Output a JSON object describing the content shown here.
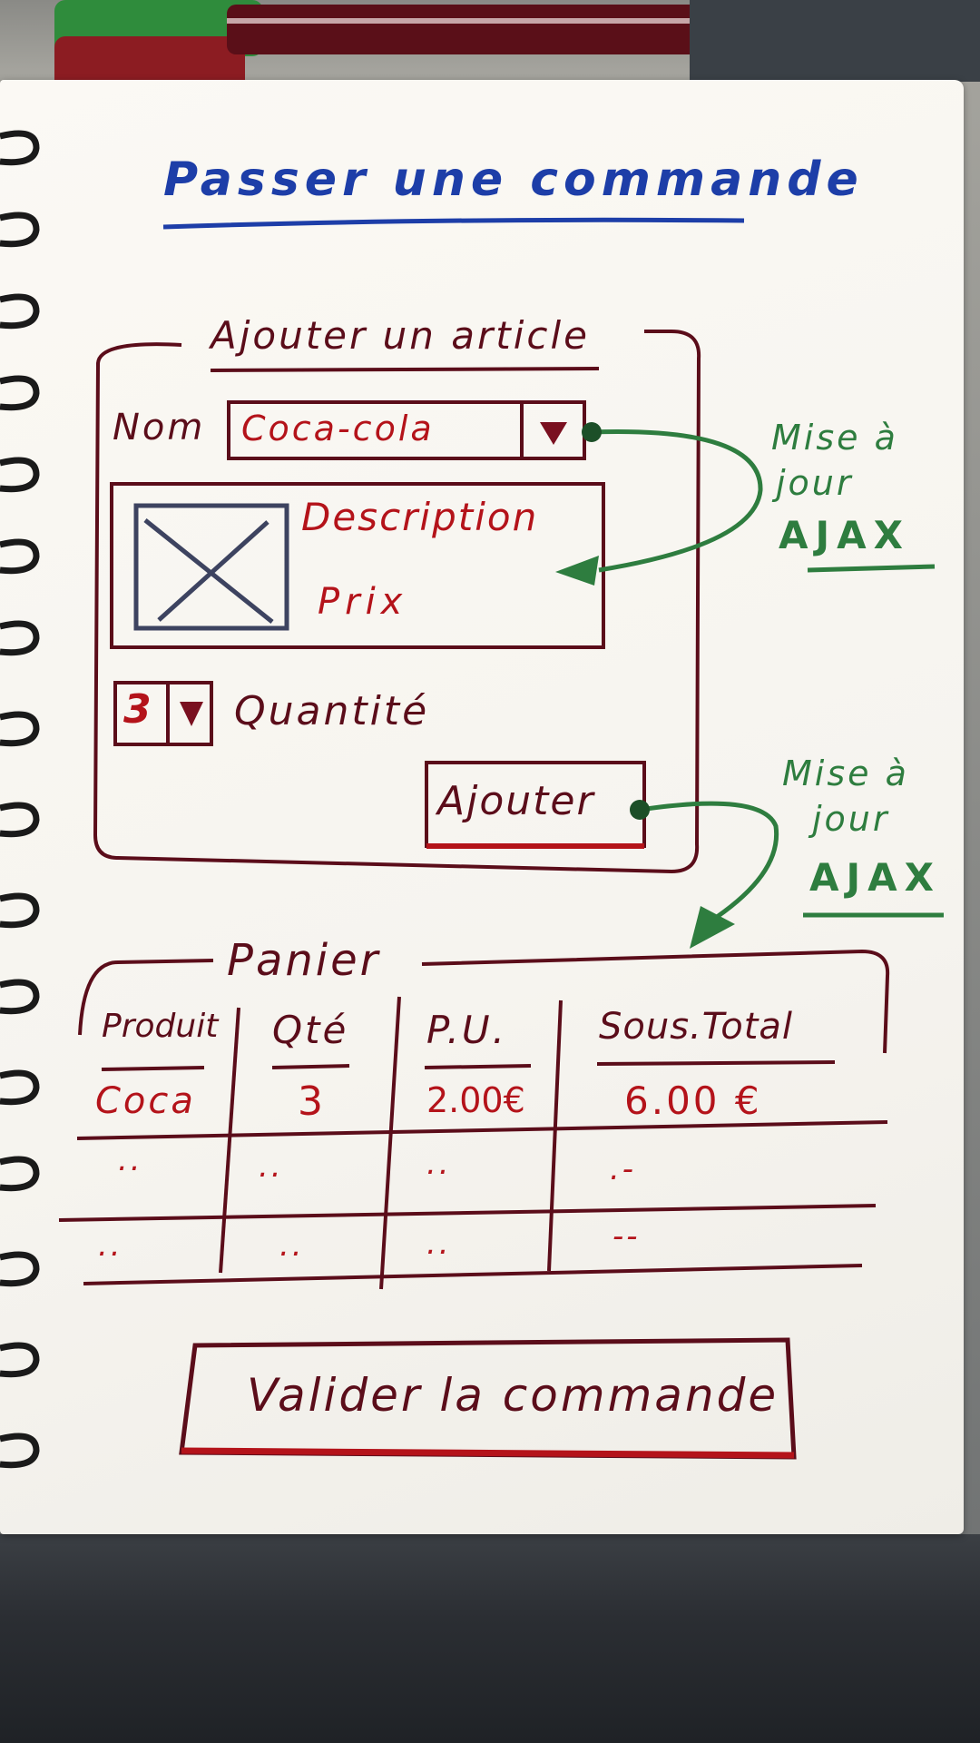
{
  "page_title": "Passer une commande",
  "add_article": {
    "legend": "Ajouter un article",
    "name_label": "Nom",
    "name_value": "Coca-cola",
    "description_label": "Description",
    "price_label": "Prix",
    "quantity_value": "3",
    "quantity_label": "Quantité",
    "add_button": "Ajouter"
  },
  "annotations": {
    "note1_line1": "Mise à",
    "note1_line2": "jour",
    "note1_line3": "AJAX",
    "note2_line1": "Mise à",
    "note2_line2": "jour",
    "note2_line3": "AJAX"
  },
  "cart": {
    "legend": "Panier",
    "columns": [
      "Produit",
      "Qté",
      "P.U.",
      "Sous.Total"
    ],
    "rows": [
      [
        "Coca",
        "3",
        "2.00€",
        "6.00 €"
      ],
      [
        "..",
        "..",
        "..",
        ".-"
      ],
      [
        "..",
        "..",
        "..",
        "--"
      ]
    ]
  },
  "validate_button": "Valider la commande",
  "colors": {
    "maroon": "#5b0d1a",
    "red": "#b4131a",
    "green": "#2e7d3f",
    "blue": "#1d3ea8"
  },
  "icons": {
    "dropdown": "triangle-down-icon",
    "image_placeholder": "image-placeholder-icon"
  }
}
